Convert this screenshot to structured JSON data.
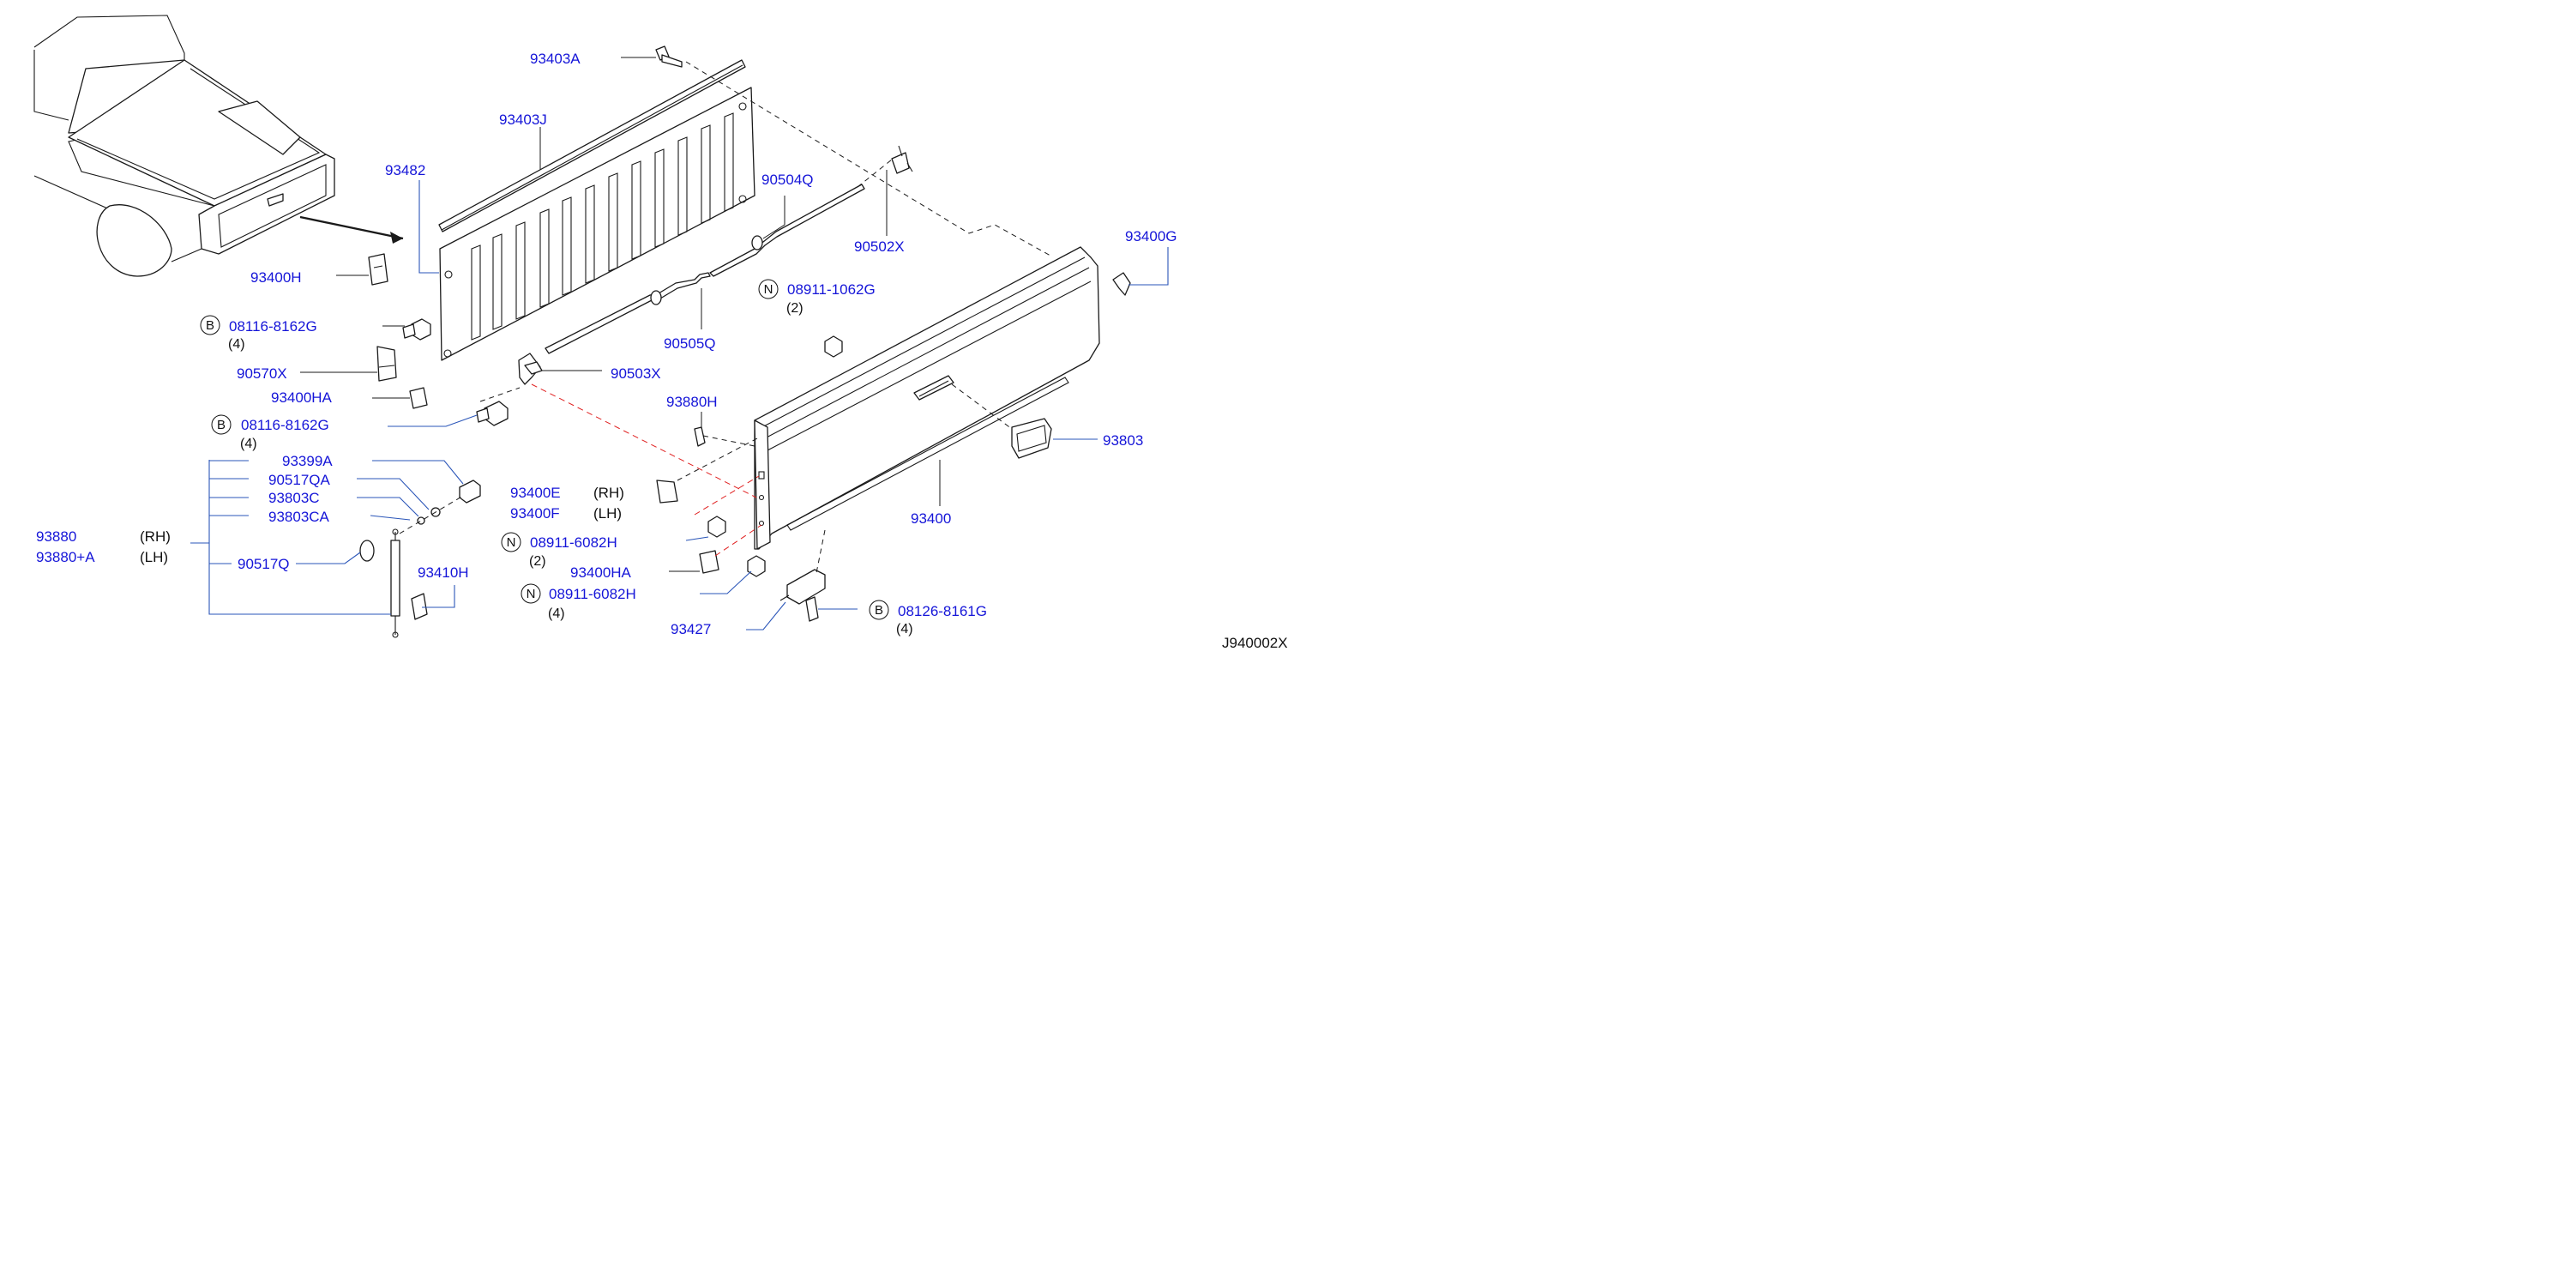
{
  "diagram_code": "J940002X",
  "callouts": {
    "c93403A": {
      "part": "93403A"
    },
    "c93403J": {
      "part": "93403J"
    },
    "c93482": {
      "part": "93482"
    },
    "c93400H": {
      "part": "93400H"
    },
    "c08116a": {
      "prefix": "B",
      "part": "08116-8162G",
      "qty": "(4)"
    },
    "c90570X": {
      "part": "90570X"
    },
    "c93400HA_top": {
      "part": "93400HA"
    },
    "c08116b": {
      "prefix": "B",
      "part": "08116-8162G",
      "qty": "(4)"
    },
    "c93399A": {
      "part": "93399A"
    },
    "c90517QA": {
      "part": "90517QA"
    },
    "c93803C": {
      "part": "93803C"
    },
    "c93803CA": {
      "part": "93803CA"
    },
    "c93880": {
      "part_rh": "93880",
      "part_lh": "93880+A",
      "rh": "(RH)",
      "lh": "(LH)"
    },
    "c90517Q": {
      "part": "90517Q"
    },
    "c93410H": {
      "part": "93410H"
    },
    "c90504Q": {
      "part": "90504Q"
    },
    "c90502X": {
      "part": "90502X"
    },
    "c90505Q": {
      "part": "90505Q"
    },
    "c90503X": {
      "part": "90503X"
    },
    "c08911a": {
      "prefix": "N",
      "part": "08911-1062G",
      "qty": "(2)"
    },
    "c93400G": {
      "part": "93400G"
    },
    "c93880H": {
      "part": "93880H"
    },
    "c93400E": {
      "part_rh": "93400E",
      "part_lh": "93400F",
      "rh": "(RH)",
      "lh": "(LH)"
    },
    "c08911b": {
      "prefix": "N",
      "part": "08911-6082H",
      "qty": "(2)"
    },
    "c93400HA_bot": {
      "part": "93400HA"
    },
    "c08911c": {
      "prefix": "N",
      "part": "08911-6082H",
      "qty": "(4)"
    },
    "c93427": {
      "part": "93427"
    },
    "c08126": {
      "prefix": "B",
      "part": "08126-8161G",
      "qty": "(4)"
    },
    "c93803": {
      "part": "93803"
    },
    "c93400": {
      "part": "93400"
    }
  },
  "colors": {
    "label": "#1515d8",
    "leader_blue": "#2a55b8",
    "hidden_red": "#e02020"
  }
}
